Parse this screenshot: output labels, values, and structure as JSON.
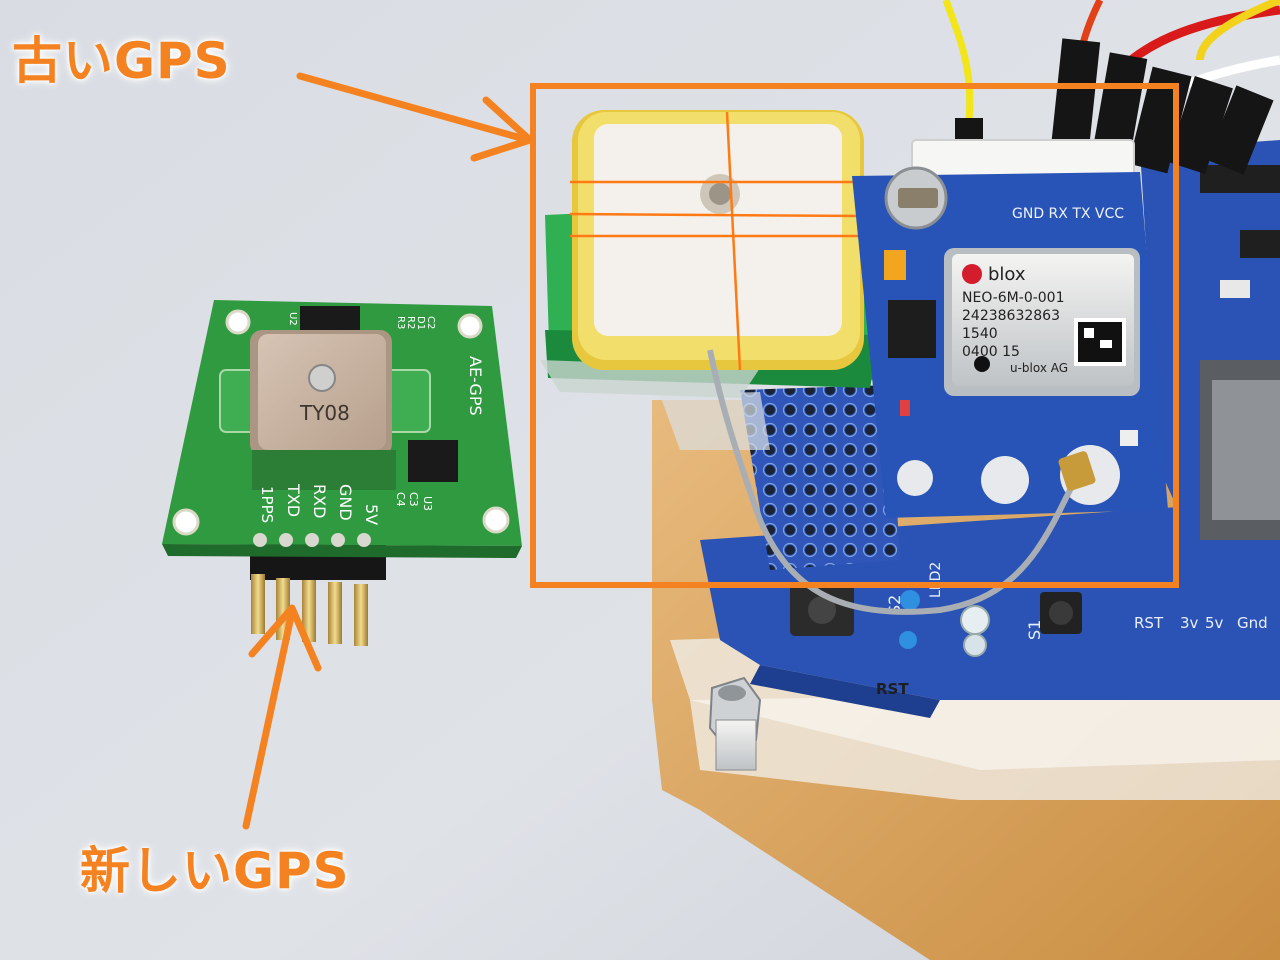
{
  "annotations": {
    "old_gps_label": "古いGPS",
    "new_gps_label": "新しいGPS",
    "highlight_color": "#f58220"
  },
  "new_module": {
    "board_name": "AE-GPS",
    "antenna_marking": "TY08",
    "pin_labels": [
      "1PPS",
      "TXD",
      "RXD",
      "GND",
      "5V"
    ],
    "silkscreen": [
      "U3",
      "C3",
      "C4",
      "R3",
      "R2",
      "D1",
      "C2",
      "U2"
    ]
  },
  "old_module": {
    "chip_brand": "blox",
    "chip_model": "NEO-6M-0-001",
    "chip_serial": "24238632863",
    "chip_lot": "1540",
    "chip_date": "0400 15",
    "chip_maker": "u-blox AG",
    "pin_header": "GND RX TX VCC"
  },
  "shield": {
    "labels": [
      "RST",
      "3v",
      "5v",
      "Gnd",
      "S1",
      "S2",
      "LED2",
      "RST"
    ]
  }
}
